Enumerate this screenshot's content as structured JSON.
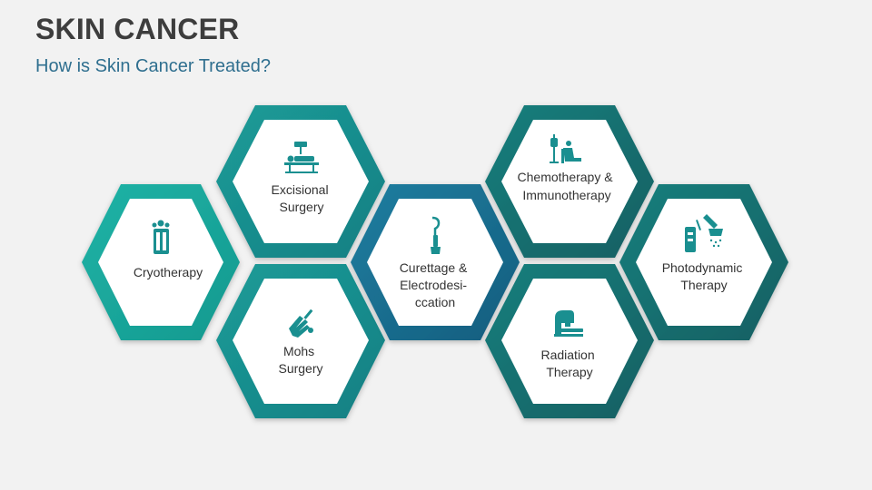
{
  "header": {
    "title": "SKIN CANCER",
    "subtitle": "How is Skin Cancer Treated?"
  },
  "colors": {
    "teal_light": "#1aa69c",
    "teal": "#1a8f90",
    "teal_dark": "#17706f",
    "blue_teal": "#1a6f8e",
    "icon": "#1a8f90"
  },
  "treatments": [
    {
      "id": "cryotherapy",
      "lines": [
        "Cryotherapy"
      ],
      "icon": "cryo-chamber-icon"
    },
    {
      "id": "excisional",
      "lines": [
        "Excisional",
        "Surgery"
      ],
      "icon": "operating-table-icon"
    },
    {
      "id": "mohs",
      "lines": [
        "Mohs",
        "Surgery"
      ],
      "icon": "hand-scalpel-icon"
    },
    {
      "id": "curettage",
      "lines": [
        "Curettage &",
        "Electrodesi-",
        "ccation"
      ],
      "icon": "curette-icon"
    },
    {
      "id": "chemo",
      "lines": [
        "Chemotherapy &",
        "Immunotherapy"
      ],
      "icon": "iv-chair-icon"
    },
    {
      "id": "radiation",
      "lines": [
        "Radiation",
        "Therapy"
      ],
      "icon": "radiation-machine-icon"
    },
    {
      "id": "photodynamic",
      "lines": [
        "Photodynamic",
        "Therapy"
      ],
      "icon": "light-lamp-icon"
    }
  ]
}
